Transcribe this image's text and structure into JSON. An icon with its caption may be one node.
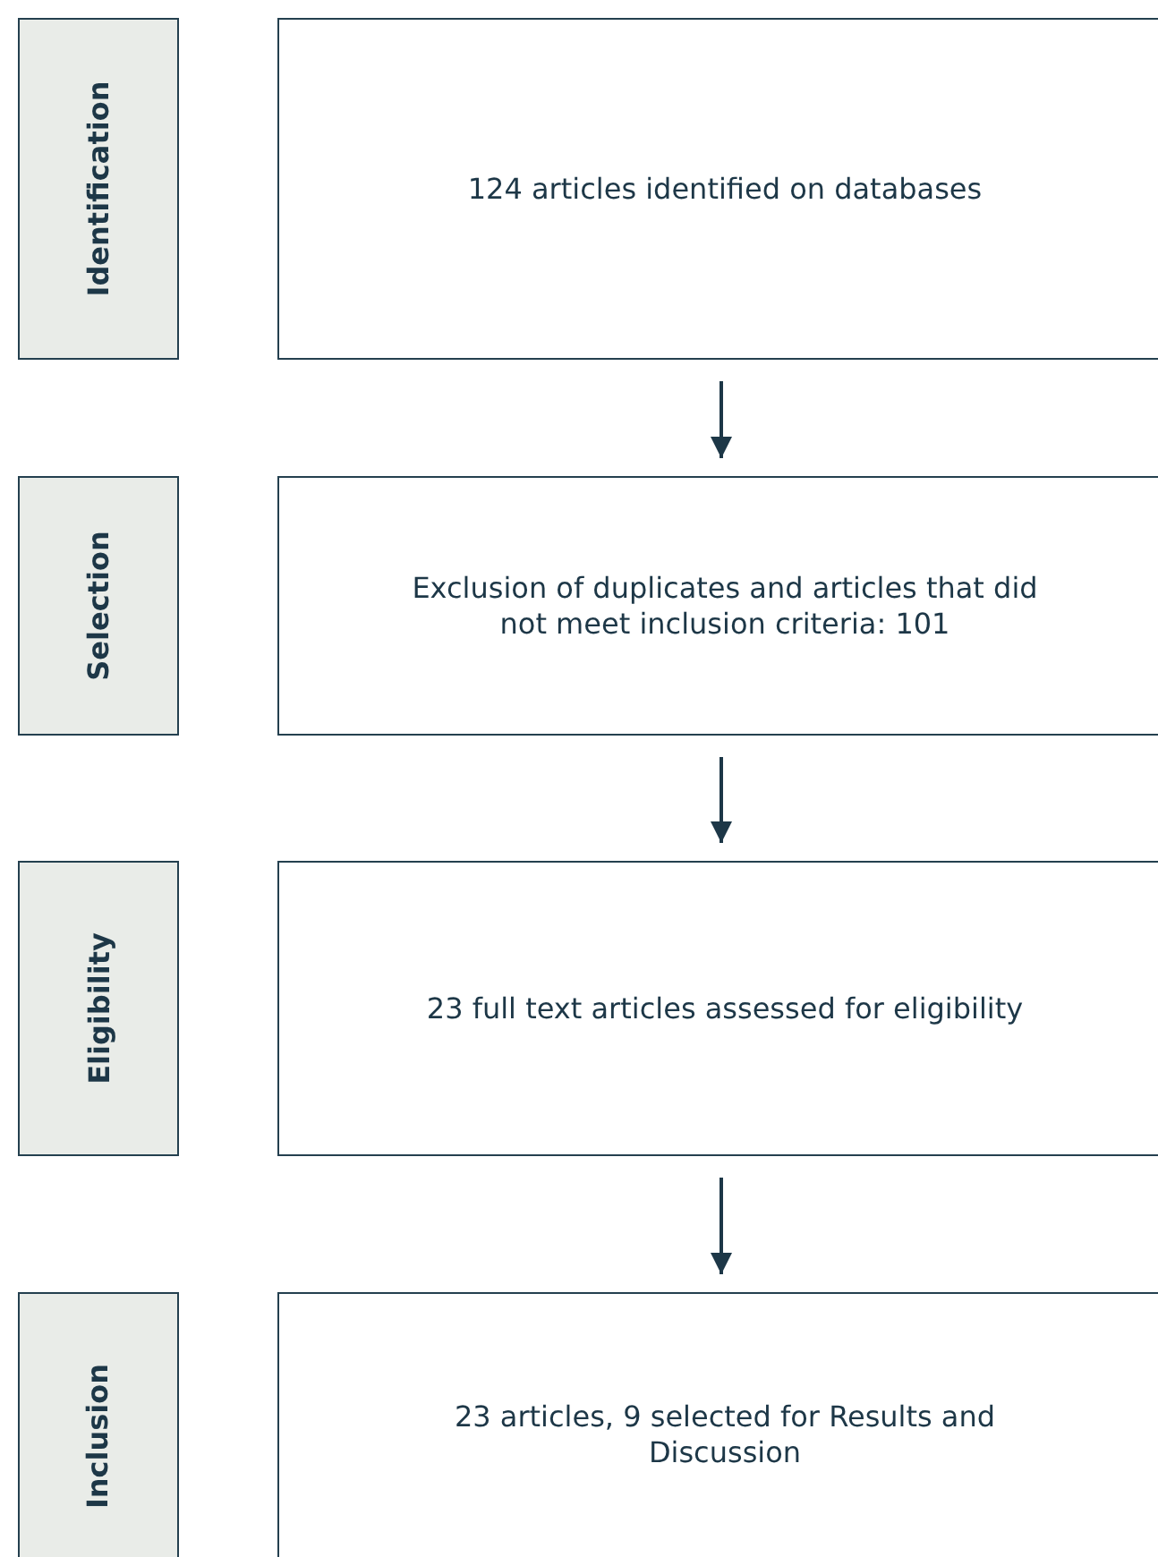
{
  "diagram": {
    "nodes": [
      {
        "text": [
          "Identification"
        ]
      },
      {
        "text": [
          "124 articles identified on databases"
        ]
      },
      {
        "text": [
          "Selection"
        ]
      },
      {
        "text": [
          "Exclusion of duplicates and articles that did not meet inclusion criteria: 101"
        ]
      },
      {
        "text": [
          "Eligibility"
        ]
      },
      {
        "text": [
          "23 full text articles assessed for eligibility"
        ]
      },
      {
        "text": [
          "Inclusion"
        ]
      },
      {
        "text": [
          "23 articles, 9 selected for Results and Discussion"
        ]
      }
    ],
    "edges": [
      {
        "from": 1,
        "to": 3,
        "arrow": "to"
      },
      {
        "from": 3,
        "to": 5,
        "arrow": "to"
      },
      {
        "from": 5,
        "to": 7,
        "arrow": "to"
      }
    ]
  }
}
